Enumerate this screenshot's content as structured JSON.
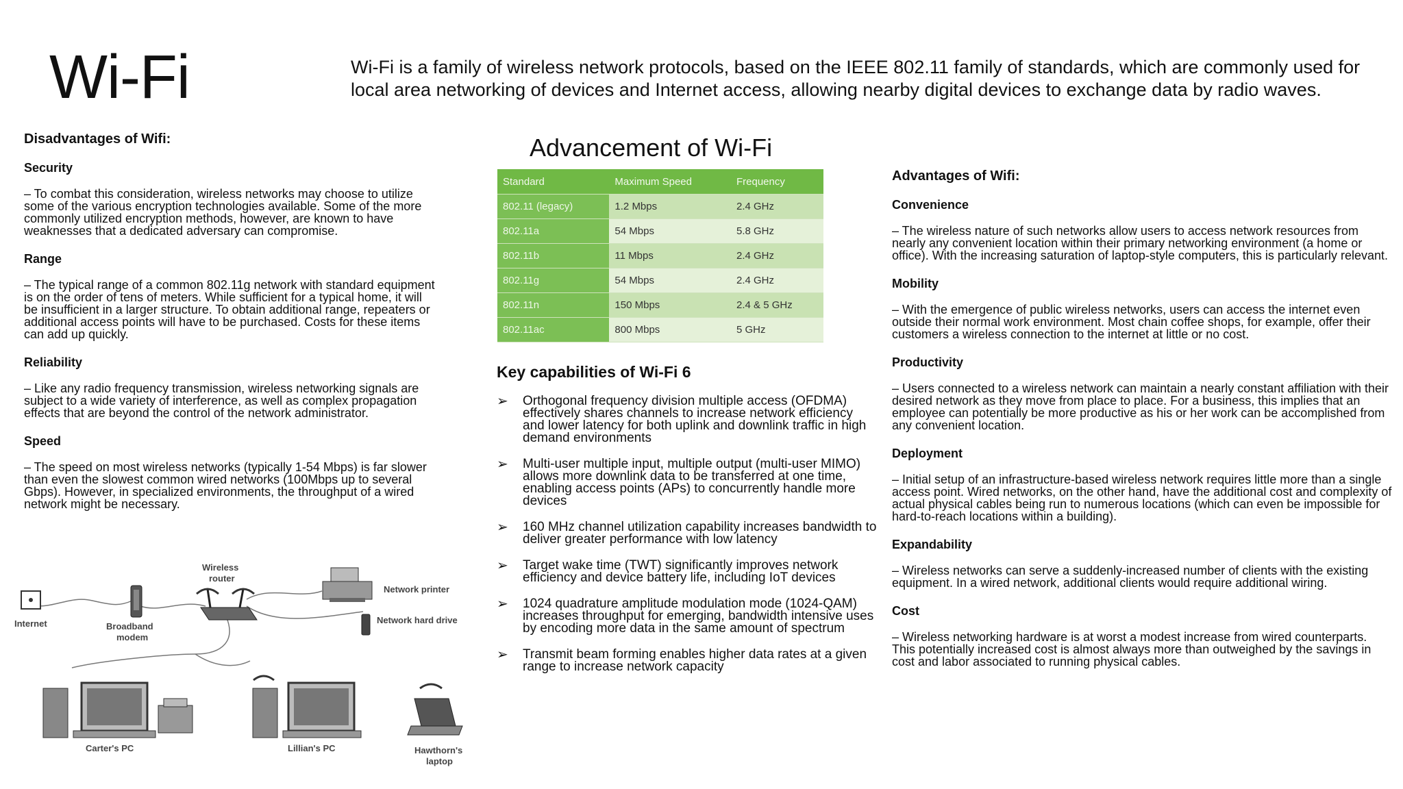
{
  "title": "Wi-Fi",
  "intro": "Wi-Fi is a family of wireless network protocols, based on the IEEE 802.11 family of standards, which are commonly used for local area networking of devices and Internet access, allowing nearby digital devices to exchange data by radio waves.",
  "disadvantages": {
    "heading": "Disadvantages of Wifi:",
    "sections": [
      {
        "title": "Security",
        "text": "– To combat this consideration, wireless networks may choose to utilize some of the various encryption technologies available. Some of the more commonly utilized encryption methods, however, are known to have weaknesses that a dedicated adversary can compromise."
      },
      {
        "title": "Range",
        "text": "– The typical range of a common 802.11g network with standard equipment is on the order of tens of meters. While sufficient for a typical home, it will be insufficient in a larger structure. To obtain additional range, repeaters or additional access points will have to be purchased. Costs for these items can add up quickly."
      },
      {
        "title": "Reliability",
        "text": "– Like any radio frequency transmission, wireless networking signals are subject to a wide variety of interference, as well as complex propagation effects that are beyond the control of the network administrator."
      },
      {
        "title": "Speed",
        "text": "–  The speed on most wireless networks (typically 1-54 Mbps) is far slower than even the slowest common wired networks (100Mbps up to several Gbps). However, in specialized environments, the throughput of a wired network might be necessary."
      }
    ]
  },
  "advancement": {
    "title": "Advancement of Wi-Fi",
    "headers": [
      "Standard",
      "Maximum Speed",
      "Frequency"
    ],
    "rows": [
      [
        "802.11 (legacy)",
        "1.2 Mbps",
        "2.4 GHz"
      ],
      [
        "802.11a",
        "54 Mbps",
        "5.8 GHz"
      ],
      [
        "802.11b",
        "11 Mbps",
        "2.4 GHz"
      ],
      [
        "802.11g",
        "54 Mbps",
        "2.4 GHz"
      ],
      [
        "802.11n",
        "150 Mbps",
        "2.4 & 5 GHz"
      ],
      [
        "802.11ac",
        "800 Mbps",
        "5 GHz"
      ]
    ]
  },
  "capabilities": {
    "title": "Key capabilities of Wi-Fi 6",
    "bullet": "➢",
    "items": [
      "Orthogonal frequency division multiple access (OFDMA) effectively shares channels to increase network efficiency and lower latency for both uplink and downlink traffic in high demand environments",
      "Multi-user multiple input, multiple output (multi-user MIMO) allows more downlink data to be transferred at one time, enabling access points (APs) to concurrently handle more devices",
      "160 MHz channel utilization capability increases bandwidth to deliver greater performance with low latency",
      "Target wake time (TWT) significantly improves network efficiency and device battery life, including IoT devices",
      "1024 quadrature amplitude modulation mode (1024-QAM) increases throughput for emerging, bandwidth intensive uses by encoding more data in the same amount of spectrum",
      "Transmit beam forming enables higher data rates at a given range to increase network capacity"
    ]
  },
  "advantages": {
    "heading": "Advantages of Wifi:",
    "sections": [
      {
        "title": "Convenience",
        "text": "– The wireless nature of such networks allow users to access network resources from nearly any convenient location within their primary networking environment (a home or office). With the increasing saturation of laptop-style computers, this is particularly relevant."
      },
      {
        "title": "Mobility",
        "text": "– With the emergence of public wireless networks, users can access the internet even outside their normal work environment. Most chain coffee shops, for example, offer their customers a wireless connection to the internet at little or no cost."
      },
      {
        "title": "Productivity",
        "text": "– Users connected to a wireless network can maintain a nearly constant affiliation with their desired network as they move from place to place. For a business, this implies that an employee can potentially be more productive as his or her work can be accomplished from any convenient location."
      },
      {
        "title": "Deployment",
        "text": "– Initial setup of an infrastructure-based wireless network requires little more than a single access point. Wired networks, on the other hand, have the additional cost and complexity of actual physical cables being run to numerous locations (which can even be impossible for hard-to-reach locations within a building)."
      },
      {
        "title": "Expandability",
        "text": "– Wireless networks can serve a suddenly-increased number of clients with the existing equipment. In a wired network, additional clients would require additional wiring."
      },
      {
        "title": "Cost",
        "text": "– Wireless networking hardware is at worst a modest increase from wired counterparts. This potentially increased cost is almost always more than outweighed by the savings in cost and labor associated to running physical cables."
      }
    ]
  },
  "diagram": {
    "internet": "Internet",
    "modem_line1": "Broadband",
    "modem_line2": "modem",
    "router_line1": "Wireless",
    "router_line2": "router",
    "printer": "Network printer",
    "hard_drive": "Network hard drive",
    "pc1": "Carter's PC",
    "pc2": "Lillian's PC",
    "laptop_line1": "Hawthorn's",
    "laptop_line2": "laptop"
  }
}
